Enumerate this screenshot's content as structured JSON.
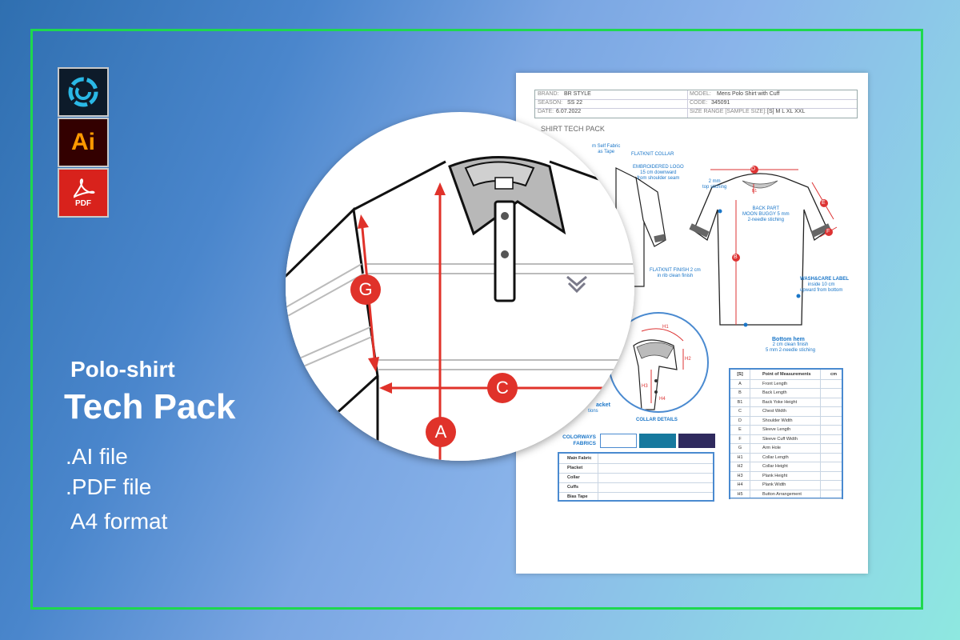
{
  "hero": {
    "title_small": "Polo-shirt",
    "title_big": "Tech Pack",
    "features": [
      ".AI file",
      ".PDF file",
      "A4 format"
    ]
  },
  "app_icons": {
    "ai_label": "Ai",
    "pdf_label": "PDF"
  },
  "sheet": {
    "header": {
      "brand_key": "BRAND:",
      "brand": "BR STYLE",
      "model_key": "MODEL:",
      "model": "Mens Polo Shirt with Cuff",
      "season_key": "SEASON:",
      "season": "SS 22",
      "code_key": "CODE:",
      "code": "345091",
      "date_key": "DATE:",
      "date": "6.07.2022",
      "size_key": "SIZE RANGE [SAMPLE SIZE]:",
      "size": "[S]  M  L  XL XXL"
    },
    "title": "SHIRT TECH PACK",
    "notes": {
      "self_fabric": "m Self Fabric\nas Tape",
      "flatknit_collar": "FLATKNIT COLLAR",
      "embroidered_logo": "EMBROIDERED LOGO\n15 cm downward\nfrom shoulder seam",
      "topstitch": "2 mm\ntop stiching",
      "back_part": "BACK PART\nMOON BUGGY 5 mm\n2-needle stiching",
      "flatknit_finish": "FLATKNIT FINISH 2 cm\nin rib clean finish",
      "wash_label_title": "WASH&CARE LABEL",
      "wash_label_body": "inside 10 cm\nupward from bottom",
      "bottom_hem_title": "Bottom hem",
      "bottom_hem_body": "2 cm clean finish\n5 mm 2-needle stiching",
      "placket": "acket",
      "placket_sub": "tions",
      "collar_details": "COLLAR DETAILS"
    },
    "colorways_label": "COLORWAYS\nFABRICS",
    "swatches": [
      "#ffffff",
      "#17799e",
      "#2f2a5e"
    ],
    "fabrics": [
      "Main Fabric",
      "Placket",
      "Collar",
      "Cuffs",
      "Bias Tape"
    ],
    "pom_header": {
      "code": "[S]",
      "label": "Point of Measurements",
      "unit": "cm"
    },
    "pom": [
      {
        "code": "A",
        "label": "Front Length"
      },
      {
        "code": "B",
        "label": "Back Length"
      },
      {
        "code": "B1",
        "label": "Back Yoke Height"
      },
      {
        "code": "C",
        "label": "Chest Width"
      },
      {
        "code": "D",
        "label": "Shoulder Width"
      },
      {
        "code": "E",
        "label": "Sleeve Length"
      },
      {
        "code": "F",
        "label": "Sleeve Cuff Width"
      },
      {
        "code": "G",
        "label": "Arm Hole"
      },
      {
        "code": "H1",
        "label": "Collar Length"
      },
      {
        "code": "H2",
        "label": "Collar Height"
      },
      {
        "code": "H3",
        "label": "Plank Height"
      },
      {
        "code": "H4",
        "label": "Plank Width"
      },
      {
        "code": "H5",
        "label": "Button Arrangement"
      }
    ],
    "back_letters": [
      "D",
      "B",
      "E",
      "F",
      "B1"
    ],
    "detail_letters": [
      "H1",
      "H2",
      "H3",
      "H4"
    ]
  },
  "zoom_badges": [
    "G",
    "C",
    "A"
  ],
  "colors": {
    "frame": "#1ed84e",
    "accent_red": "#e0322a",
    "sheet_blue": "#1a76c8",
    "collar_grey": "#b8b8b8"
  }
}
